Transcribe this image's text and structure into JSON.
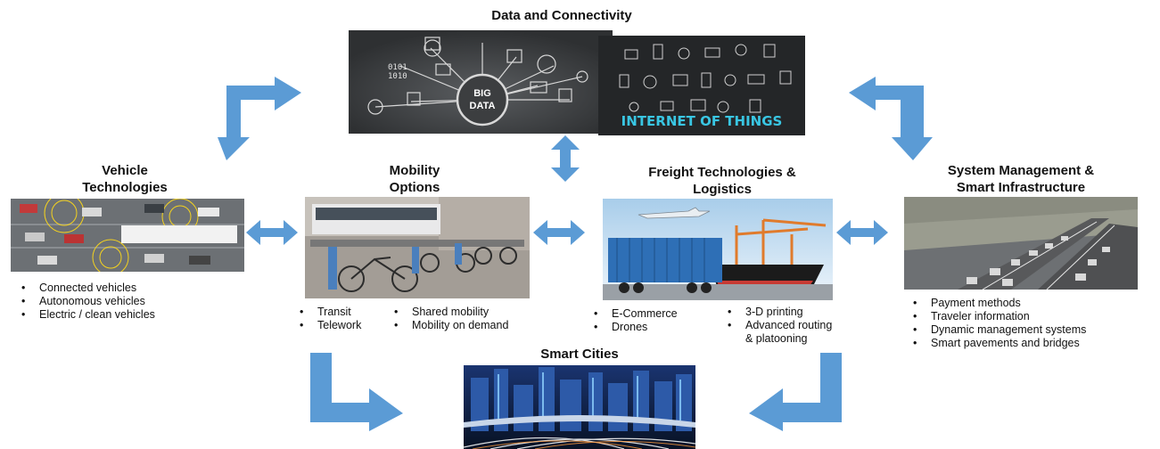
{
  "nodes": {
    "data_connectivity": {
      "title": "Data and Connectivity",
      "big_data_label_1": "BIG",
      "big_data_label_2": "DATA",
      "iot_label": "INTERNET OF THINGS"
    },
    "vehicle": {
      "title_1": "Vehicle",
      "title_2": "Technologies",
      "bullets": [
        "Connected vehicles",
        "Autonomous vehicles",
        "Electric / clean vehicles"
      ]
    },
    "mobility": {
      "title_1": "Mobility",
      "title_2": "Options",
      "bullets_left": [
        "Transit",
        "Telework"
      ],
      "bullets_right": [
        "Shared mobility",
        "Mobility on demand"
      ]
    },
    "freight": {
      "title_1": "Freight Technologies &",
      "title_2": "Logistics",
      "bullets_left": [
        "E-Commerce",
        "Drones"
      ],
      "bullets_right_1": "3-D printing",
      "bullets_right_2a": "Advanced routing",
      "bullets_right_2b": "& platooning"
    },
    "system": {
      "title_1": "System Management &",
      "title_2": "Smart Infrastructure",
      "bullets": [
        "Payment methods",
        "Traveler information",
        "Dynamic management systems",
        "Smart pavements and bridges"
      ]
    },
    "smart_cities": {
      "title": "Smart Cities"
    }
  },
  "colors": {
    "arrow": "#5b9bd5",
    "text": "#111111"
  }
}
